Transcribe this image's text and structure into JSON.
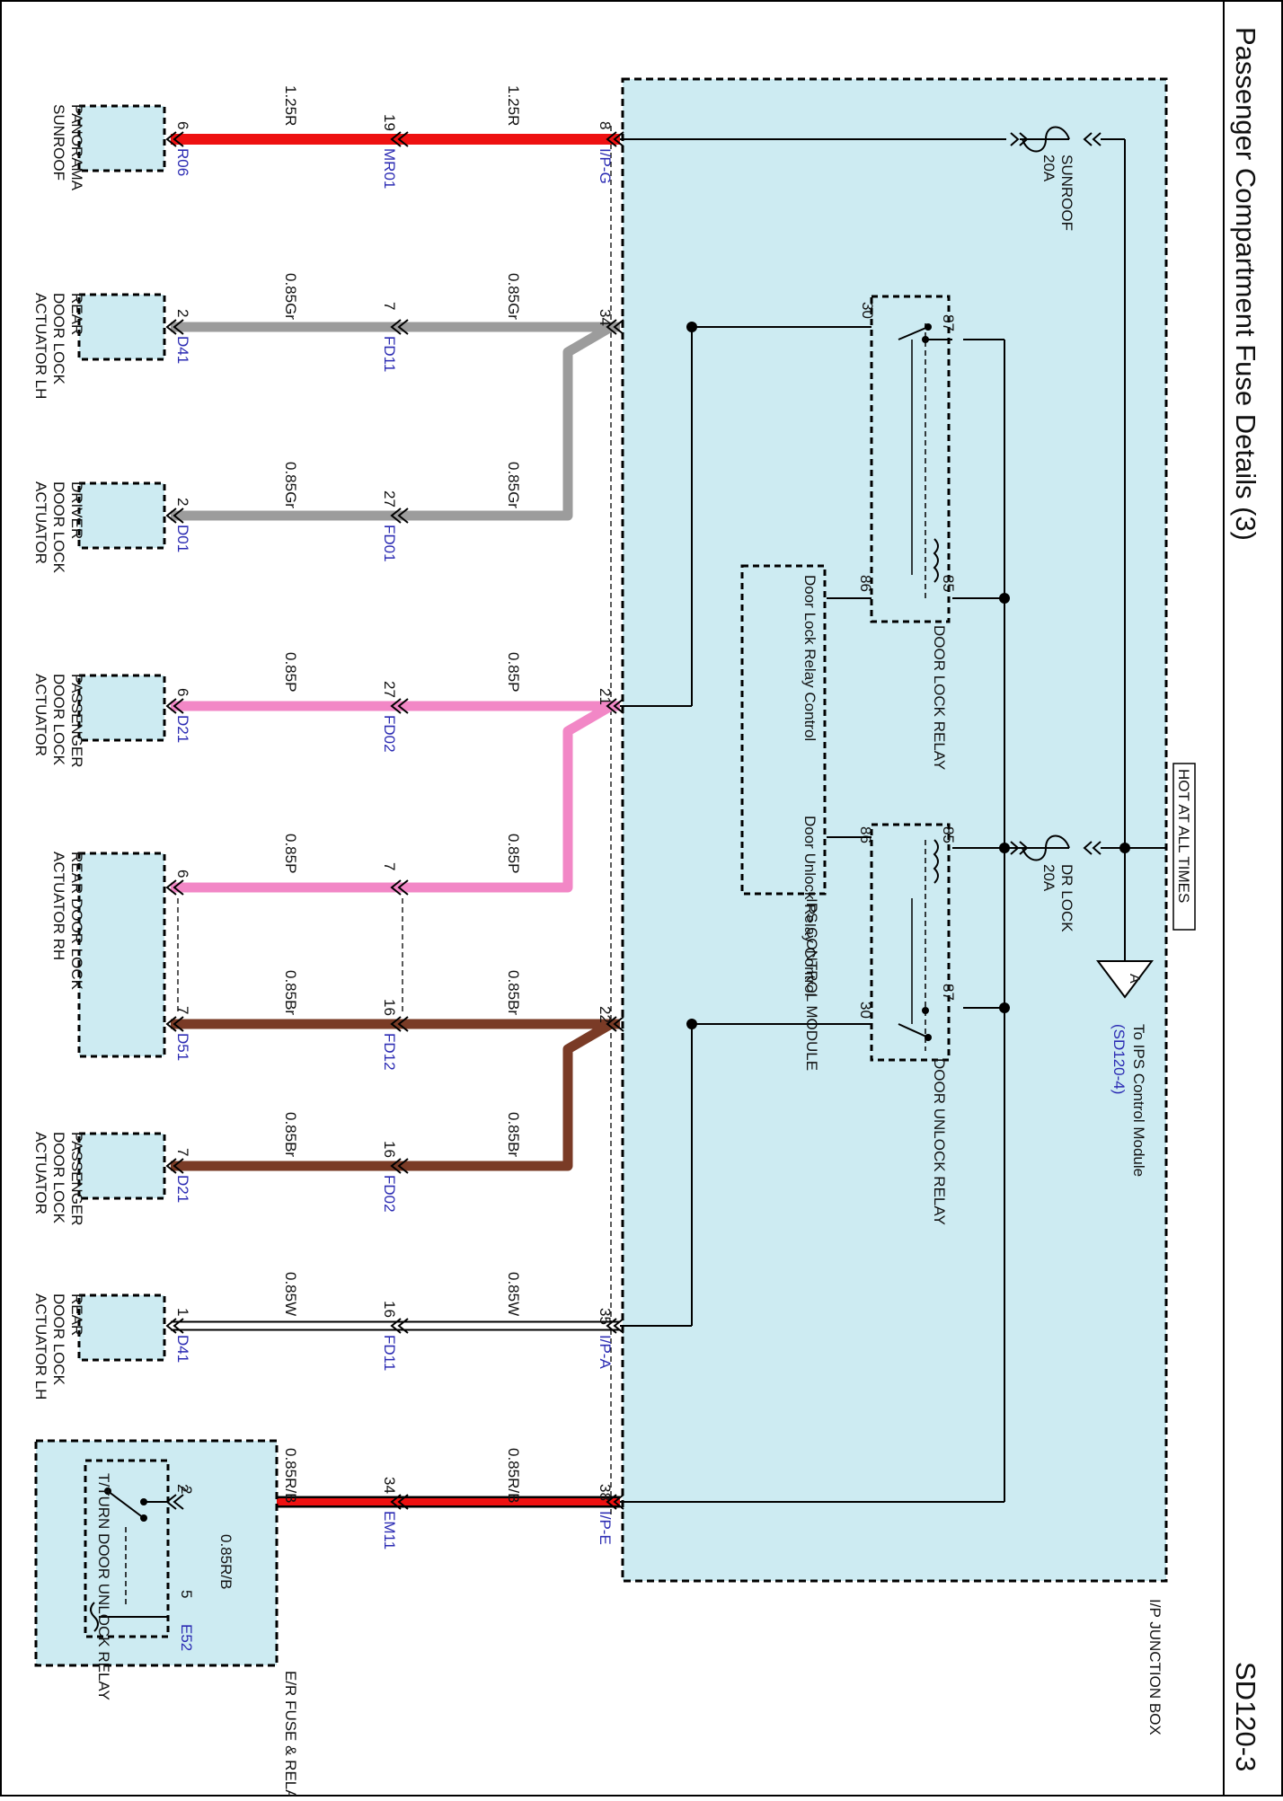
{
  "page": {
    "title": "Passenger Compartment Fuse Details (3)",
    "code": "SD120-3"
  },
  "colors": {
    "box_fill": "#cdebf2",
    "wire_red": "#ee1111",
    "wire_gray": "#9c9c9c",
    "wire_pink": "#f287c6",
    "wire_brown": "#7a3b26",
    "wire_white": "#ffffff",
    "link_blue": "#2b2bb3"
  },
  "junction_box": {
    "name": "I/P JUNCTION BOX",
    "hot_label": "HOT AT ALL TIMES",
    "ips_module_label": "IPS CONTROL MODULE",
    "offpage": {
      "letter": "A",
      "text": "To IPS Control Module",
      "ref": "(SD120-4)"
    },
    "fuses": [
      {
        "name": "SUNROOF",
        "rating": "20A"
      },
      {
        "name": "DR LOCK",
        "rating": "20A"
      }
    ],
    "relays": [
      {
        "name": "DOOR LOCK RELAY",
        "pins": [
          "30",
          "87",
          "86",
          "85"
        ]
      },
      {
        "name": "DOOR UNLOCK RELAY",
        "pins": [
          "86",
          "85",
          "30",
          "87"
        ]
      }
    ],
    "module_controls": [
      "Door Lock Relay Control",
      "Door Unlock Relay Control"
    ]
  },
  "circuits": [
    {
      "jb_pin": "8",
      "jb_conn": "I/P-G",
      "wire1": "1.25R",
      "mid_pin": "19",
      "mid_conn": "MR01",
      "wire2": "1.25R",
      "end_pin": "6",
      "end_conn": "R06",
      "component": [
        "PANORAMA",
        "SUNROOF"
      ]
    },
    {
      "jb_pin": "34",
      "jb_conn": "",
      "wire1": "0.85Gr",
      "mid_pin": "7",
      "mid_conn": "FD11",
      "wire2": "0.85Gr",
      "end_pin": "2",
      "end_conn": "D41",
      "component": [
        "REAR",
        "DOOR LOCK",
        "ACTUATOR LH"
      ]
    },
    {
      "jb_pin": "",
      "jb_conn": "",
      "wire1": "0.85Gr",
      "mid_pin": "27",
      "mid_conn": "FD01",
      "wire2": "0.85Gr",
      "end_pin": "2",
      "end_conn": "D01",
      "component": [
        "DRIVER",
        "DOOR LOCK",
        "ACTUATOR"
      ]
    },
    {
      "jb_pin": "21",
      "jb_conn": "",
      "wire1": "0.85P",
      "mid_pin": "27",
      "mid_conn": "FD02",
      "wire2": "0.85P",
      "end_pin": "6",
      "end_conn": "D21",
      "component": [
        "PASSENGER",
        "DOOR LOCK",
        "ACTUATOR"
      ]
    },
    {
      "jb_pin": "",
      "jb_conn": "",
      "wire1": "0.85P",
      "mid_pin": "7",
      "mid_conn": "",
      "wire2": "0.85P",
      "end_pin": "6",
      "end_conn": "",
      "component": [
        "REAR DOOR LOCK",
        "ACTUATOR RH"
      ]
    },
    {
      "jb_pin": "22",
      "jb_conn": "",
      "wire1": "0.85Br",
      "mid_pin": "16",
      "mid_conn": "FD12",
      "wire2": "0.85Br",
      "end_pin": "7",
      "end_conn": "D51",
      "component": []
    },
    {
      "jb_pin": "",
      "jb_conn": "",
      "wire1": "0.85Br",
      "mid_pin": "16",
      "mid_conn": "FD02",
      "wire2": "0.85Br",
      "end_pin": "7",
      "end_conn": "D21",
      "component": [
        "PASSENGER",
        "DOOR LOCK",
        "ACTUATOR"
      ]
    },
    {
      "jb_pin": "35",
      "jb_conn": "I/P-A",
      "wire1": "0.85W",
      "mid_pin": "16",
      "mid_conn": "FD11",
      "wire2": "0.85W",
      "end_pin": "1",
      "end_conn": "D41",
      "component": [
        "REAR",
        "DOOR LOCK",
        "ACTUATOR LH"
      ]
    },
    {
      "jb_pin": "38",
      "jb_conn": "I/P-E",
      "wire1": "0.85R/B",
      "mid_pin": "34",
      "mid_conn": "EM11",
      "wire2": "0.85R/B",
      "end_pin": "2",
      "end_conn": "",
      "component": []
    }
  ],
  "er_box": {
    "name": "E/R FUSE & RELAY BOX",
    "relay": "T/TURN DOOR UNLOCK RELAY",
    "pin_a": "2",
    "pin_b": "5",
    "conn": "E52",
    "wire": "0.85R/B"
  }
}
